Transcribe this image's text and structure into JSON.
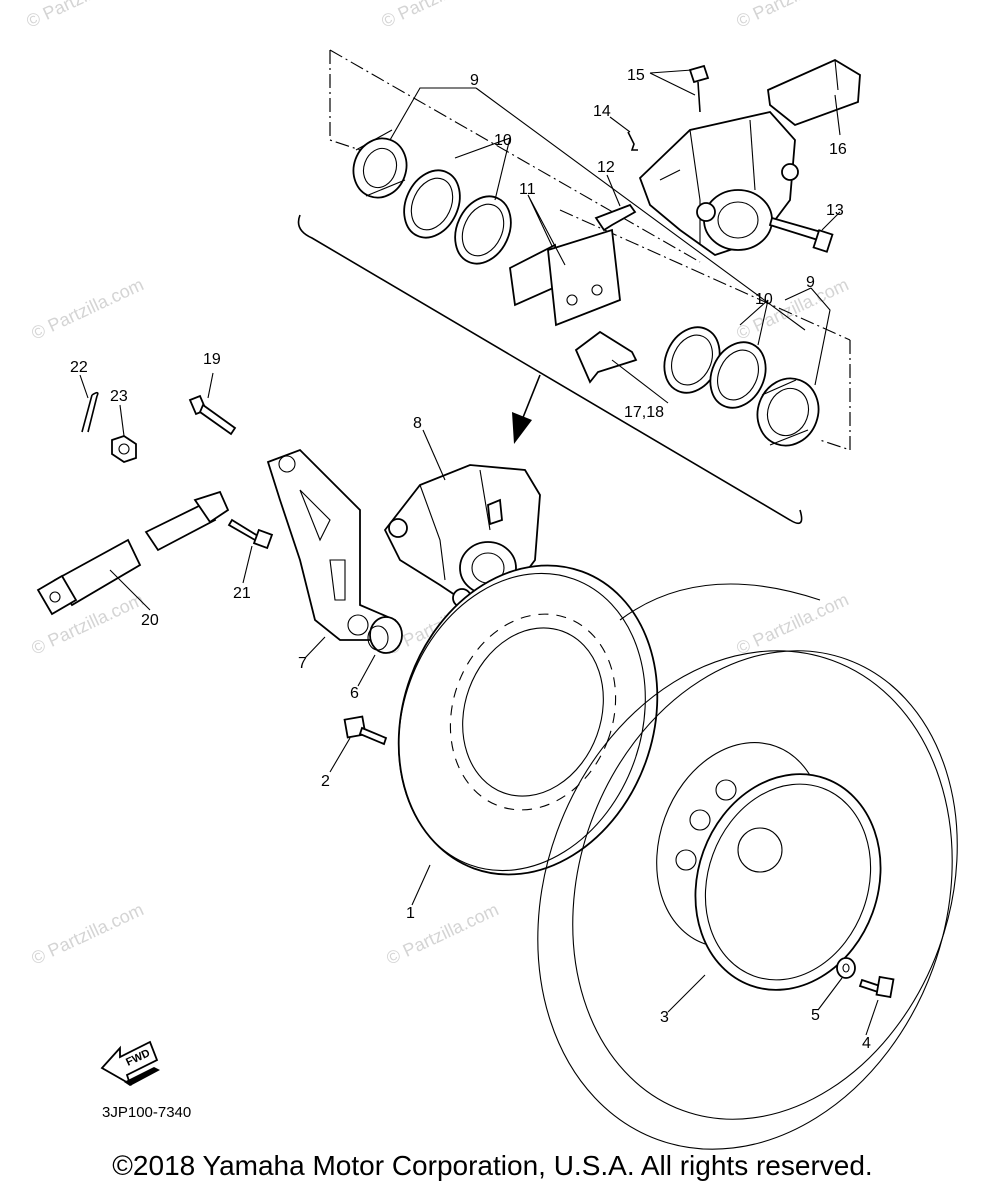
{
  "diagram": {
    "callouts": [
      "1",
      "2",
      "3",
      "4",
      "5",
      "6",
      "7",
      "8",
      "9",
      "9",
      "10",
      "10",
      "11",
      "12",
      "13",
      "14",
      "15",
      "16",
      "17,18",
      "19",
      "20",
      "21",
      "22",
      "23"
    ],
    "fwd_badge": "FWD",
    "diagram_code": "3JP100-7340",
    "watermark": "© Partzilla.com",
    "copyright": "©2018  Yamaha Motor Corporation, U.S.A. All rights reserved."
  }
}
